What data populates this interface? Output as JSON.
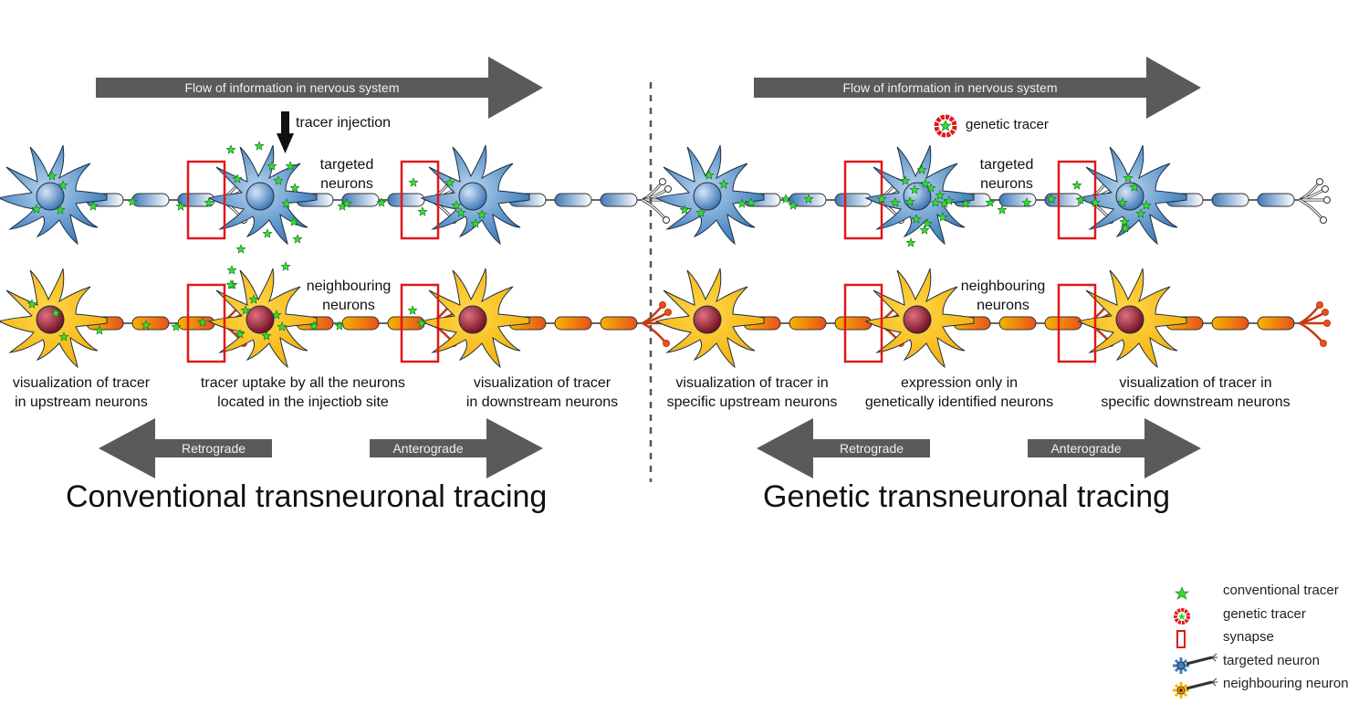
{
  "panels": [
    {
      "id": "conventional",
      "flow_arrow_label": "Flow of information in nervous system",
      "tracer_label": "tracer injection",
      "targeted_label": [
        "targeted",
        "neurons"
      ],
      "neighbouring_label": [
        "neighbouring",
        "neurons"
      ],
      "captions": [
        [
          "visualization of tracer",
          "in upstream neurons"
        ],
        [
          "tracer uptake by all the neurons",
          "located in the injectiob site"
        ],
        [
          "visualization of tracer",
          "in downstream neurons"
        ]
      ],
      "retrograde_label": "Retrograde",
      "anterograde_label": "Anterograde",
      "title": "Conventional transneuronal tracing"
    },
    {
      "id": "genetic",
      "flow_arrow_label": "Flow of information in nervous system",
      "tracer_label": "genetic tracer",
      "targeted_label": [
        "targeted",
        "neurons"
      ],
      "neighbouring_label": [
        "neighbouring",
        "neurons"
      ],
      "captions": [
        [
          "visualization of tracer in",
          "specific upstream neurons"
        ],
        [
          "expression only in",
          "genetically identified neurons"
        ],
        [
          "visualization of tracer in",
          "specific downstream neurons"
        ]
      ],
      "retrograde_label": "Retrograde",
      "anterograde_label": "Anterograde",
      "title": "Genetic transneuronal tracing"
    }
  ],
  "legend": [
    {
      "icon": "conventional-tracer-icon",
      "label": "conventional tracer"
    },
    {
      "icon": "genetic-tracer-icon",
      "label": "genetic tracer"
    },
    {
      "icon": "synapse-icon",
      "label": "synapse"
    },
    {
      "icon": "targeted-neuron-icon",
      "label": "targeted neuron"
    },
    {
      "icon": "neighbouring-neuron-icon",
      "label": "neighbouring neuron"
    }
  ],
  "colors": {
    "arrow": "#5a5a5a",
    "targeted_neuron": "#3f7fbf",
    "neighbouring_neuron": "#f5b800",
    "nucleus_targeted": "#5b8fc9",
    "nucleus_neighbouring": "#8b1a2a",
    "synapse": "#e01818",
    "tracer": "#33dd33",
    "genetic_tracer_ring": "#e01818"
  }
}
